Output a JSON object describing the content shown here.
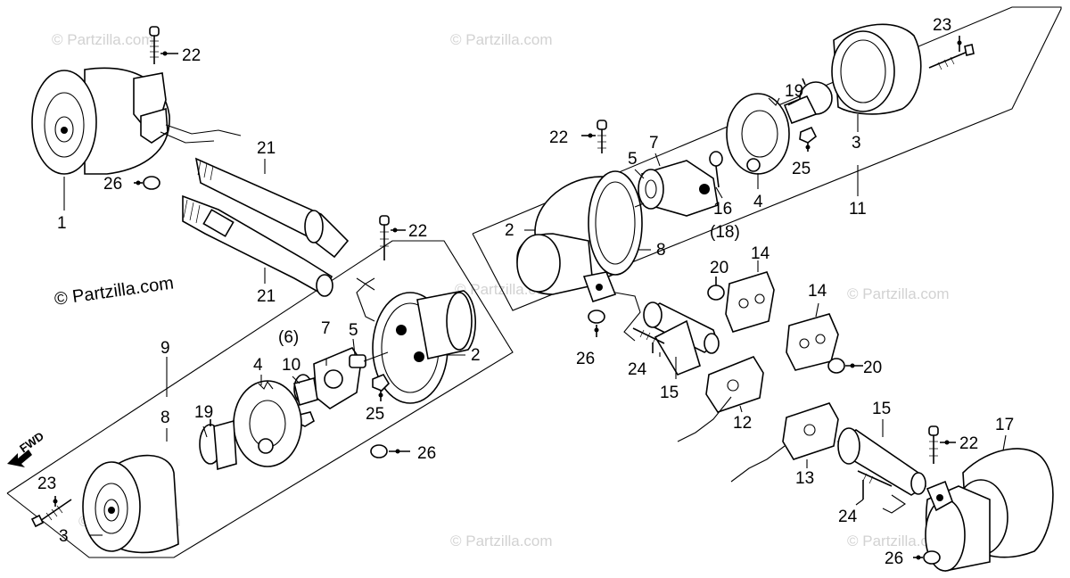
{
  "watermarks": {
    "text": "© Partzilla.com",
    "prominent": "© Partzilla.com"
  },
  "fwd_label": "FWD",
  "labels": {
    "l1": "1",
    "l2a": "2",
    "l2b": "2",
    "l3a": "3",
    "l3b": "3",
    "l4a": "4",
    "l4b": "4",
    "l5a": "5",
    "l5b": "5",
    "l6": "(6)",
    "l7a": "7",
    "l7b": "7",
    "l8a": "8",
    "l8b": "8",
    "l9": "9",
    "l10": "10",
    "l11": "11",
    "l12": "12",
    "l13": "13",
    "l14a": "14",
    "l14b": "14",
    "l15a": "15",
    "l15b": "15",
    "l16": "16",
    "l17": "17",
    "l18": "(18)",
    "l19a": "19",
    "l19b": "19",
    "l20a": "20",
    "l20b": "20",
    "l21a": "21",
    "l21b": "21",
    "l22a": "22",
    "l22b": "22",
    "l22c": "22",
    "l22d": "22",
    "l23a": "23",
    "l23b": "23",
    "l24a": "24",
    "l24b": "24",
    "l25a": "25",
    "l25b": "25",
    "l26a": "26",
    "l26b": "26",
    "l26c": "26",
    "l26d": "26"
  }
}
